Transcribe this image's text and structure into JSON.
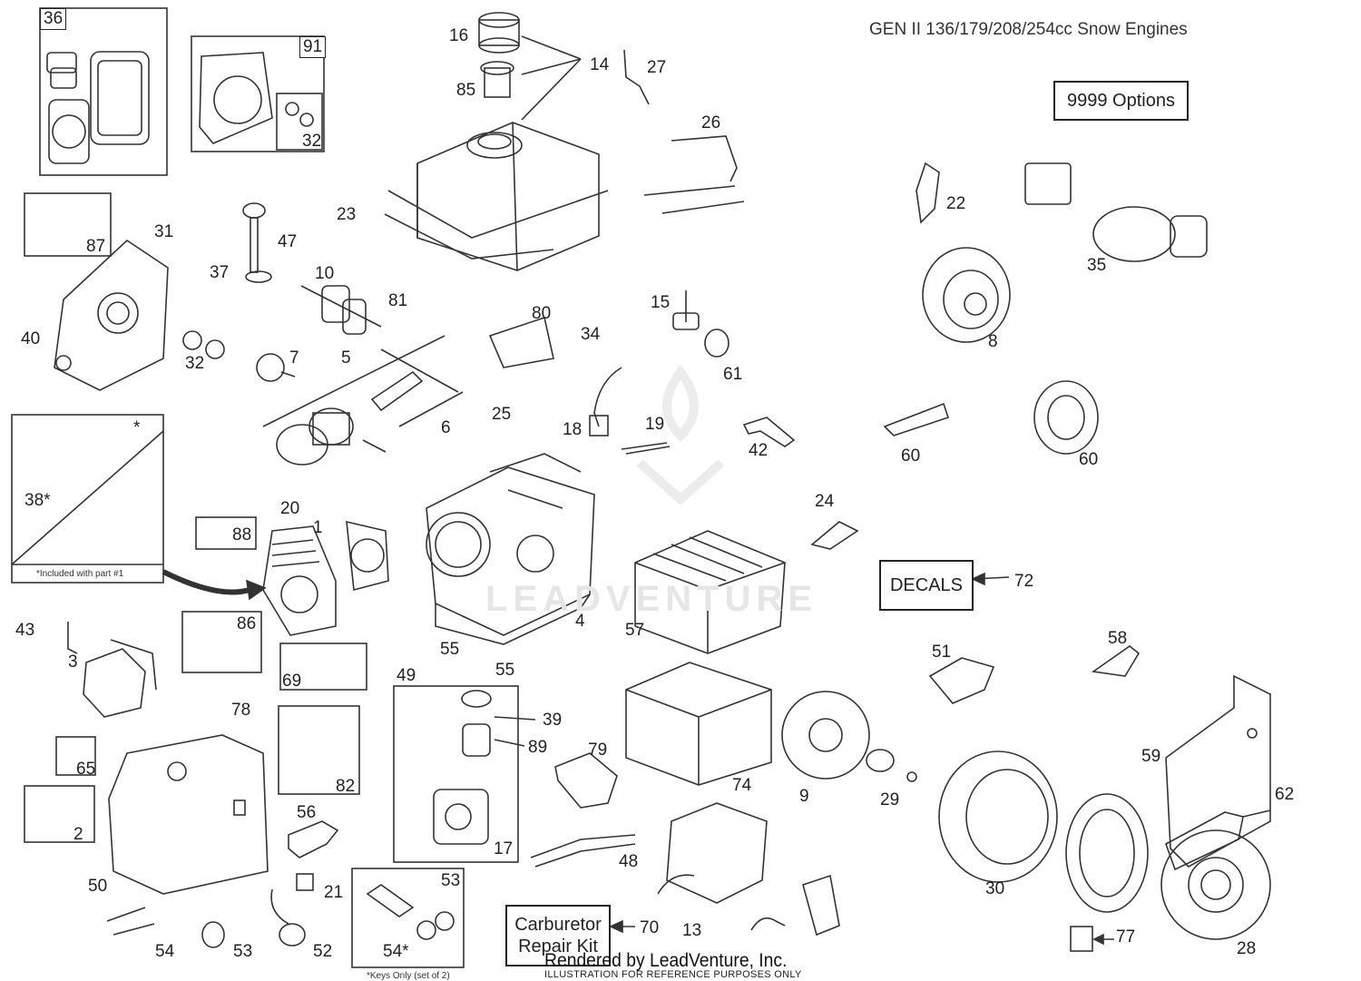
{
  "title": "GEN II 136/179/208/254cc Snow Engines",
  "boxes": {
    "options": "9999  Options",
    "decals": "DECALS",
    "carb_kit_line1": "Carburetor",
    "carb_kit_line2": "Repair Kit"
  },
  "notes": {
    "included": "*Included with part #1",
    "keys_only": "*Keys Only (set of 2)"
  },
  "footer": {
    "rendered_by": "Rendered by LeadVenture, Inc.",
    "disclaimer": "ILLUSTRATION FOR REFERENCE PURPOSES ONLY"
  },
  "watermark": "LEADVENTURE",
  "labels": {
    "p1": "1",
    "p2": "2",
    "p3": "3",
    "p4": "4",
    "p5": "5",
    "p6": "6",
    "p7": "7",
    "p8": "8",
    "p9": "9",
    "p10": "10",
    "p13": "13",
    "p14": "14",
    "p15": "15",
    "p16": "16",
    "p17": "17",
    "p18": "18",
    "p19": "19",
    "p20": "20",
    "p21": "21",
    "p22": "22",
    "p23": "23",
    "p24": "24",
    "p25": "25",
    "p26": "26",
    "p27": "27",
    "p28": "28",
    "p29": "29",
    "p30": "30",
    "p31": "31",
    "p32a": "32",
    "p32b": "32",
    "p34": "34",
    "p35": "35",
    "p36": "36",
    "p37": "37",
    "p38": "38*",
    "p39": "39",
    "p40": "40",
    "p42": "42",
    "p43": "43",
    "p47": "47",
    "p48": "48",
    "p49": "49",
    "p50": "50",
    "p51": "51",
    "p52": "52",
    "p53a": "53",
    "p53b": "53",
    "p54a": "54",
    "p54b": "54*",
    "p55a": "55",
    "p55b": "55",
    "p56": "56",
    "p57": "57",
    "p58": "58",
    "p59": "59",
    "p60a": "60",
    "p60b": "60",
    "p61": "61",
    "p62": "62",
    "p65": "65",
    "p69": "69",
    "p70": "70",
    "p72": "72",
    "p74": "74",
    "p77": "77",
    "p78": "78",
    "p79": "79",
    "p80": "80",
    "p81": "81",
    "p82": "82",
    "p85": "85",
    "p86": "86",
    "p87": "87",
    "p88": "88",
    "p89": "89",
    "p91": "91",
    "star": "*"
  }
}
